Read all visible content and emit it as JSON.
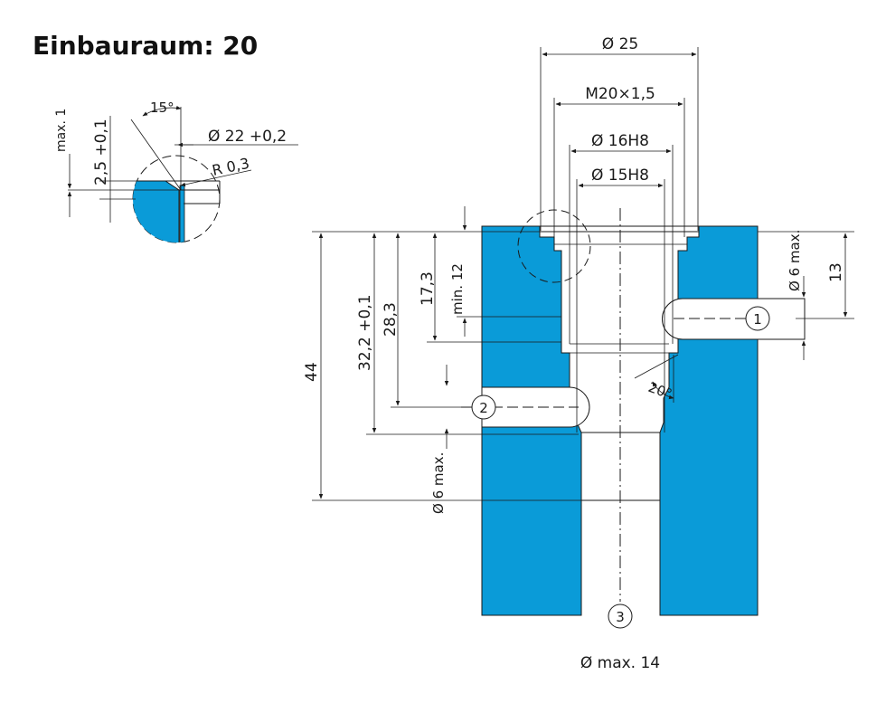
{
  "title": "Einbauraum: 20",
  "colors": {
    "fill": "#0a9bd8",
    "line": "#1a1a1a"
  },
  "detail": {
    "angle": "15°",
    "diameter": "Ø 22 +0,2",
    "radius": "R 0,3",
    "depth": "2,5 +0,1",
    "chamfer": "max. 1"
  },
  "top_dims": {
    "d25": "Ø 25",
    "thread": "M20×1,5",
    "d16": "Ø 16H8",
    "d15": "Ø 15H8"
  },
  "left_dims": {
    "total": "44",
    "d32": "32,2 +0,1",
    "d28": "28,3",
    "d17": "17,3",
    "min12": "min. 12",
    "port2_dia": "Ø 6 max."
  },
  "right_dims": {
    "port1_dia": "Ø 6 max.",
    "d13": "13",
    "angle20": "20°"
  },
  "ports": [
    "1",
    "2",
    "3"
  ],
  "bottom_note": "Ø max. 14"
}
